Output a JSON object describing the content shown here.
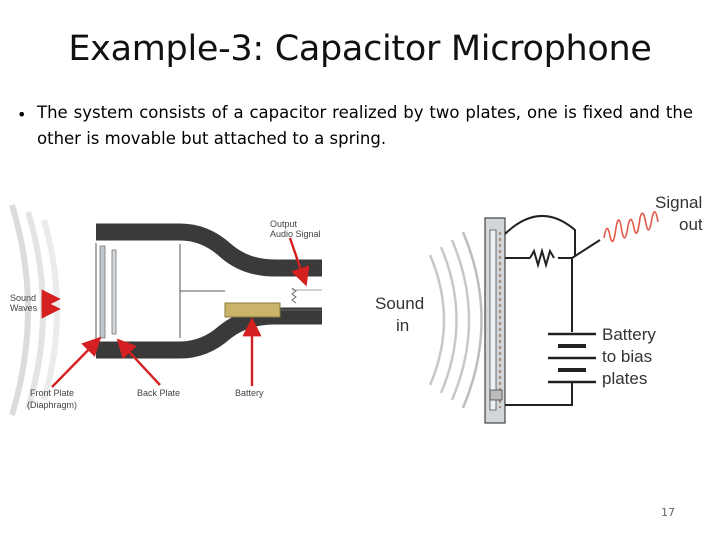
{
  "slide": {
    "title": "Example-3: Capacitor Microphone",
    "bullet": "The system consists of a capacitor realized by two plates, one is fixed and the other is movable but attached to a spring.",
    "page_number": "17"
  },
  "left_diagram": {
    "labels": {
      "output_line1": "Output",
      "output_line2": "Audio Signal",
      "sound_line1": "Sound",
      "sound_line2": "Waves",
      "front_line1": "Front Plate",
      "front_line2": "(Diaphragm)",
      "back_plate": "Back Plate",
      "battery": "Battery"
    }
  },
  "right_diagram": {
    "labels": {
      "signal_line1": "Signal",
      "signal_line2": "out",
      "sound_line1": "Sound",
      "sound_line2": "in",
      "battery_line1": "Battery",
      "battery_line2": "to bias",
      "battery_line3": "plates"
    }
  },
  "colors": {
    "arrow": "#d42020",
    "body": "#3a3a3a",
    "battery": "#c9b46a"
  }
}
